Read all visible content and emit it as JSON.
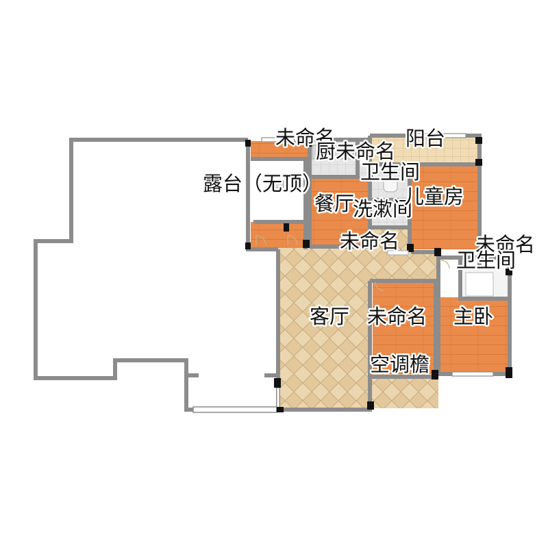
{
  "plan": {
    "colors": {
      "wall": "#8c8c8c",
      "pillar": "#111111",
      "wood": "#e88a4a",
      "wood_light": "#f29a5c",
      "tile": "#ecd6b0",
      "tile_line": "#c9ab80",
      "wet": "#e4e4e4",
      "window": "#ffffff"
    },
    "labels": {
      "weiming_top": "未命名",
      "chu": "厨",
      "weiming_kitchen": "未命名",
      "yangtai": "阳台",
      "weishengjian_top": "卫生间",
      "lutai": "露台（无顶）",
      "canting": "餐厅",
      "xishujian": "洗漱间",
      "ertongfang": "儿童房",
      "weiming_hall": "未命名",
      "weiming_right": "未命名",
      "weishengjian_right": "卫生间",
      "keting": "客厅",
      "weiming_bedroom": "未命名",
      "zhuwo": "主卧",
      "kongtiaoyan": "空调檐"
    }
  }
}
